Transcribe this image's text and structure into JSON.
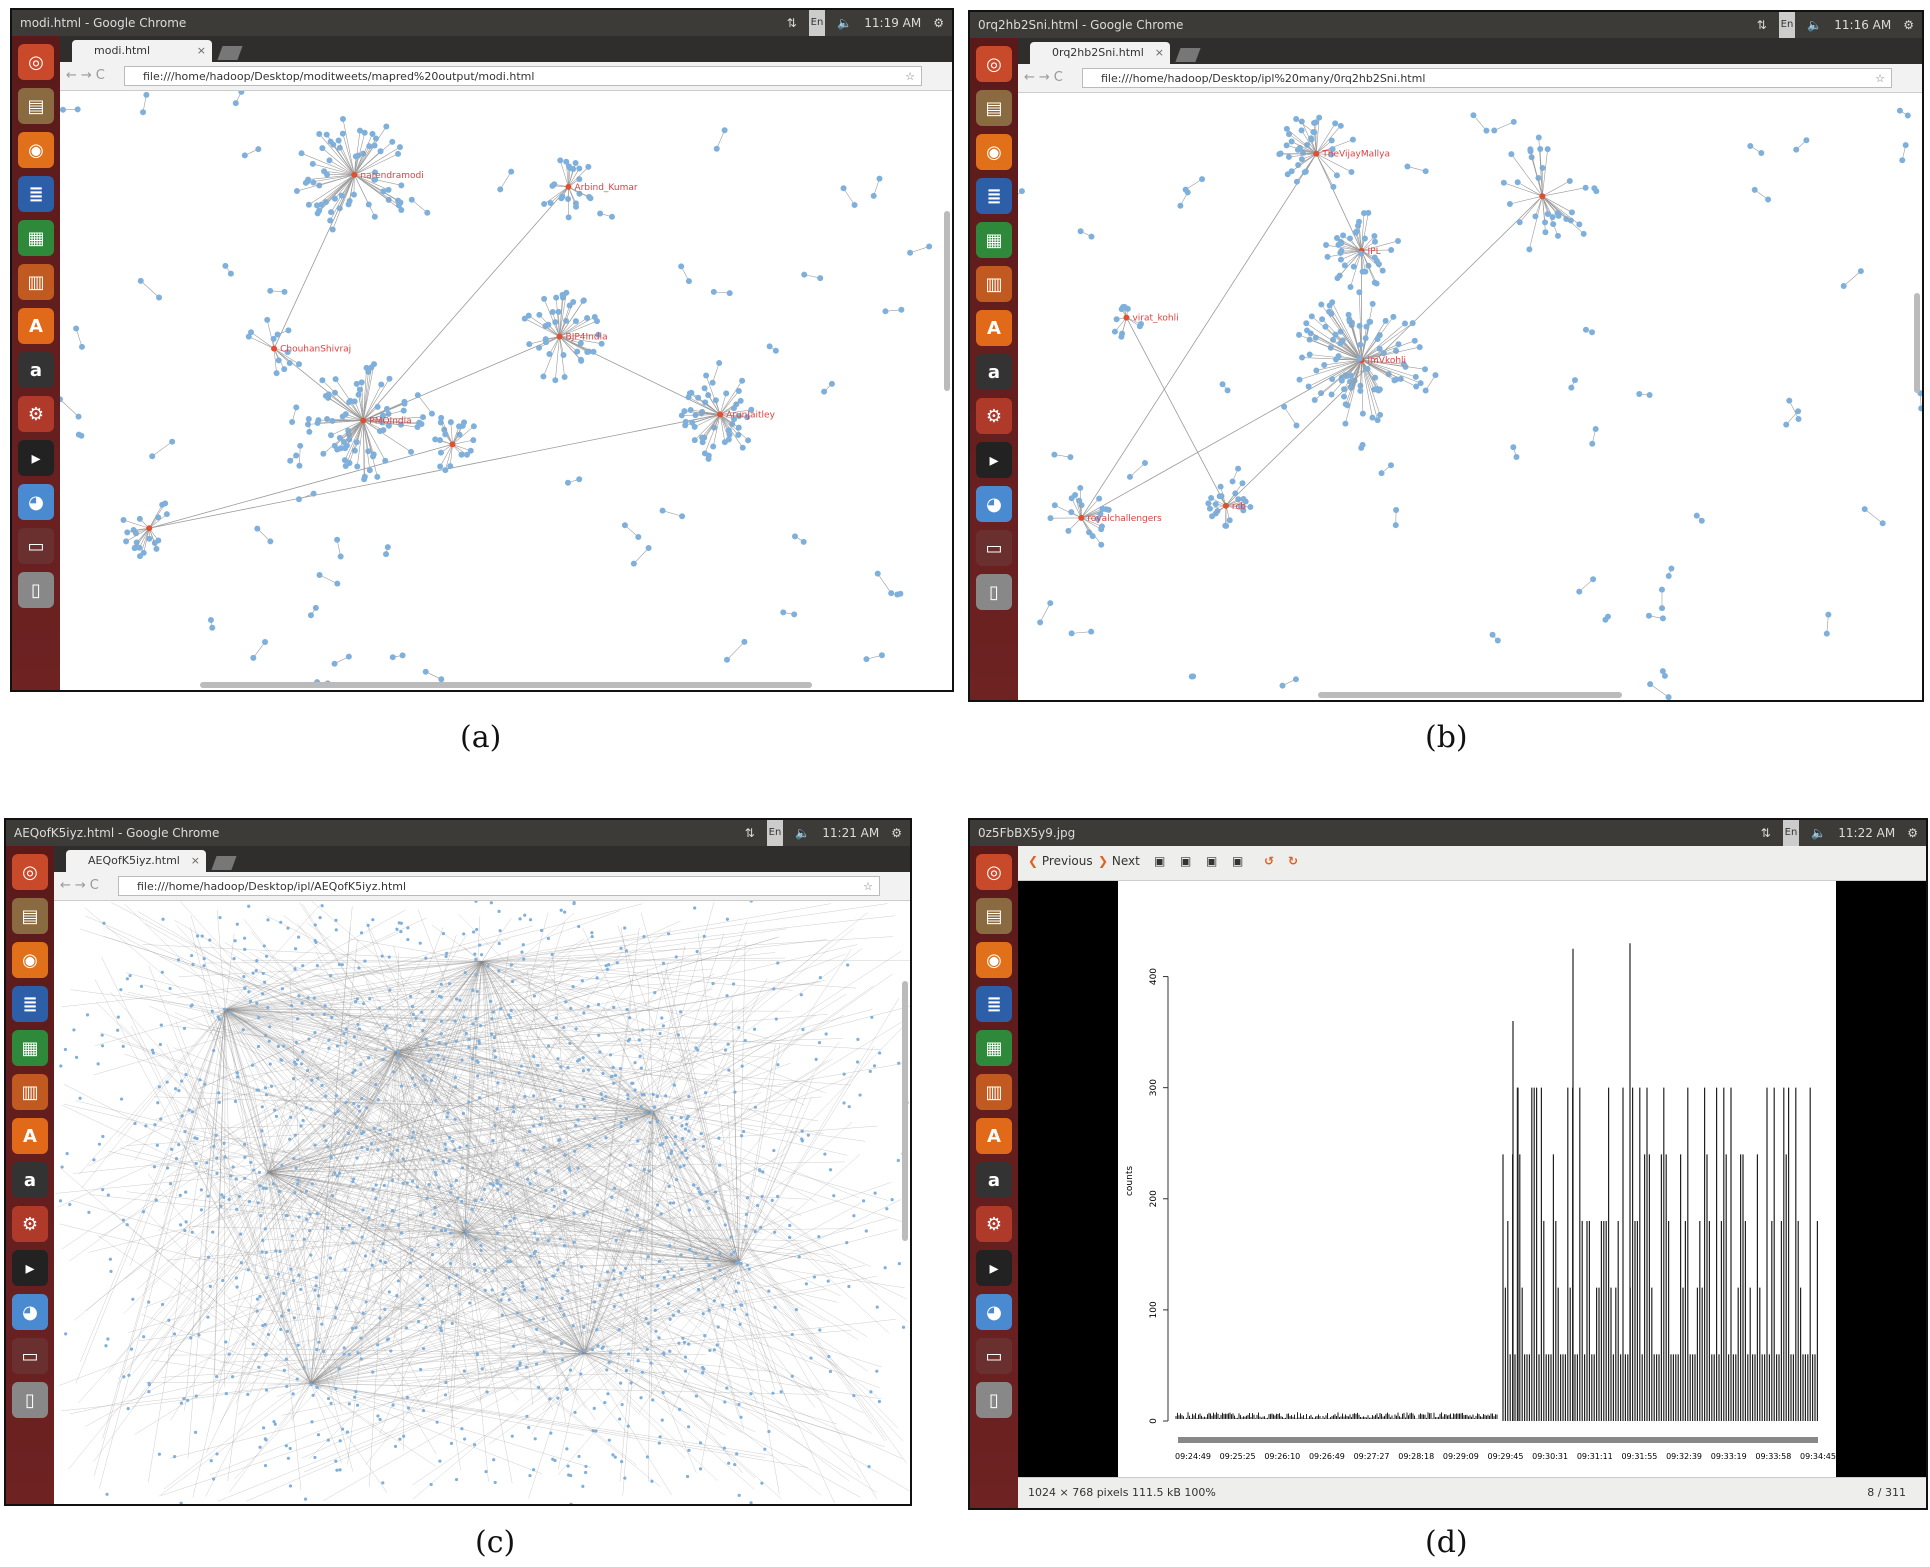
{
  "panel_a": {
    "window_title": "modi.html - Google Chrome",
    "tab_title": "modi.html",
    "url": "file:///home/hadoop/Desktop/moditweets/mapred%20output/modi.html",
    "clock": "11:19 AM",
    "keyboard": "En",
    "caption": "(a)",
    "labels": [
      "narendramodi",
      "Arbind_Kumar",
      "ChouhanShivraj",
      "PMOIndia",
      "BJP4India",
      "ArunJaitley"
    ]
  },
  "panel_b": {
    "window_title": "0rq2hb2Sni.html - Google Chrome",
    "tab_title": "0rq2hb2Sni.html",
    "url": "file:///home/hadoop/Desktop/ipl%20many/0rq2hb2Sni.html",
    "clock": "11:16 AM",
    "keyboard": "En",
    "caption": "(b)",
    "labels": [
      "TheVijayMallya",
      "IPL",
      "virat_kohli",
      "imVkohli",
      "rcb",
      "royalchallengers"
    ]
  },
  "panel_c": {
    "window_title": "AEQofK5iyz.html - Google Chrome",
    "tab_title": "AEQofK5iyz.html",
    "url": "file:///home/hadoop/Desktop/ipl/AEQofK5iyz.html",
    "clock": "11:21 AM",
    "keyboard": "En",
    "caption": "(c)"
  },
  "panel_d": {
    "window_title": "0z5FbBX5y9.jpg",
    "clock": "11:22 AM",
    "keyboard": "En",
    "caption": "(d)",
    "toolbar": {
      "previous": "Previous",
      "next": "Next"
    },
    "status_left": "1024 × 768 pixels  111.5 kB  100%",
    "status_right": "8 / 311",
    "chart_data": {
      "type": "bar",
      "ylabel": "counts",
      "ylim": [
        0,
        450
      ],
      "yticks": [
        "0",
        "100",
        "200",
        "300",
        "400"
      ],
      "xticks": [
        "09:24:49",
        "09:25:25",
        "09:26:10",
        "09:26:49",
        "09:27:27",
        "09:28:18",
        "09:29:09",
        "09:29:45",
        "09:30:31",
        "09:31:11",
        "09:31:55",
        "09:32:39",
        "09:33:19",
        "09:33:58",
        "09:34:45"
      ]
    }
  },
  "colors": {
    "node": "#7fb0dc",
    "hub_label": "#e04040",
    "edge": "#9a9a9a",
    "launcher": "#6a1f1f"
  },
  "launcher_icons": [
    "ubuntu-icon",
    "files-icon",
    "firefox-icon",
    "writer-icon",
    "calc-icon",
    "impress-icon",
    "software-center-icon",
    "amazon-icon",
    "settings-icon",
    "terminal-icon",
    "chrome-icon",
    "workspace-icon",
    "trash-icon"
  ]
}
